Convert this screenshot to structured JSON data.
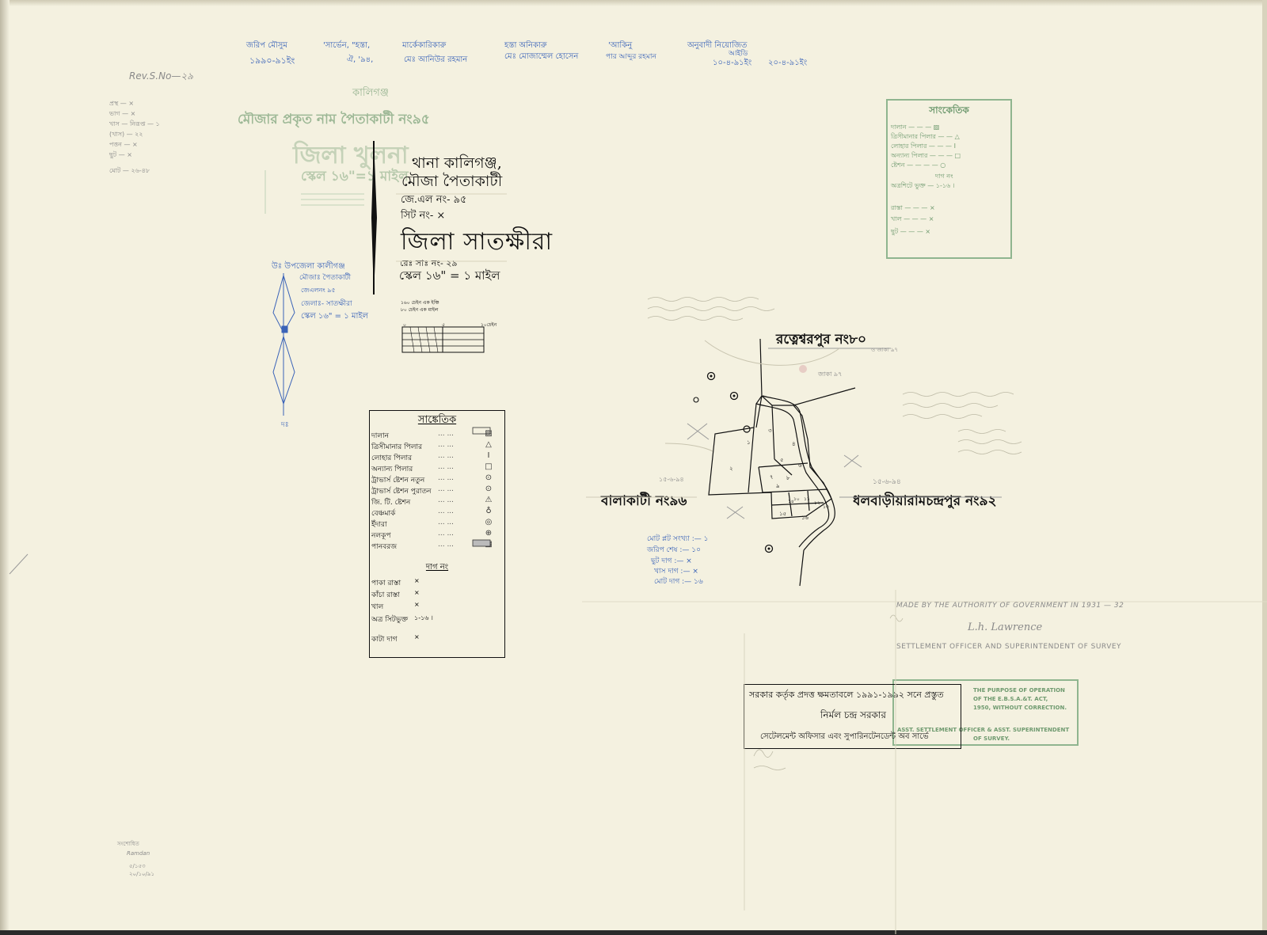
{
  "colors": {
    "paper": "#f4f1e0",
    "ink": "#111111",
    "blue_annotation": "#3a63b8",
    "green_stamp": "#6f9a6f",
    "grey_pencil": "#8a8a8a"
  },
  "top_annotations": {
    "top_left_code": "Rev.S.No—২৯",
    "notes": [
      "জরিপ মৌসুম",
      "১৯৯০-৯১ইং",
      "'সার্ভেন, \"হস্তা,",
      "ঐ, '৯৪,",
      "মার্কেকারিকারু",
      "মেঃ আনিউর রহমান",
      "হস্তা অনিকারু",
      "মেঃ মোজাম্মেল হোসেন",
      "'আকিনু",
      "পার আব্দুর রহমান",
      "অনুবাদী নিয়োজিত",
      "আইডি",
      "১০-৪-৯১ইং",
      "২০-৪-৯১ইং"
    ]
  },
  "green_stamp_title": {
    "line1": "কালিগঞ্জ",
    "line2": "মৌজার প্রকৃত নাম পৈতাকাটী নং৯৫",
    "line3": "জিলা খুলনা",
    "line4": "স্কেল ১৬\"=১ মাইল"
  },
  "left_tally": [
    "প্রস্থ — ×",
    "ভাগ — ×",
    "খাস — নিরূপ্ত — ১",
    "(খাস) — ২২",
    "পত্তন — ×",
    "ছুট — ×",
    "মোট — ২৬-৪৮"
  ],
  "title_block": {
    "thana": "থানা কালিগঞ্জ,",
    "mouza": "মৌজা পৈতাকাটী",
    "jl_no": "জে.এল নং- ৯৫",
    "sheet_no": "সিট নং- ×",
    "district": "জিলা সাতক্ষীরা",
    "rev_sur_no": "রেঃ সাঃ নং- ২৯",
    "scale": "স্কেল ১৬\" = ১ মাইল",
    "scale_note_1": "১৬০ চেইন এক ইঞ্চি",
    "scale_note_2": "৮০ চেইন এক মাইল",
    "scale_bar_labels": [
      "০",
      "৫",
      "১০চেইন"
    ]
  },
  "blue_side_note": {
    "lines": [
      "উঃ উপজেলা কালীগঞ্জ",
      "মৌজাঃ পৈতাকাটী",
      "জেএলনং ৯৫",
      "জেলাঃ- সাতক্ষীরা",
      "স্কেল ১৬\" = ১ মাইল"
    ],
    "south_label": "দঃ"
  },
  "legend": {
    "title": "সাঙ্কেতিক",
    "items": [
      {
        "label": "দালান",
        "symbol": "▨"
      },
      {
        "label": "ত্রিসীমানার পিলার",
        "symbol": "△"
      },
      {
        "label": "লোহার পিলার",
        "symbol": "I"
      },
      {
        "label": "অন্যান্য পিলার",
        "symbol": "□"
      },
      {
        "label": "ট্রাভার্স ষ্টেশন নতুন",
        "symbol": "⊙"
      },
      {
        "label": "ট্রাভার্স ষ্টেশন পুরাতন",
        "symbol": "⊙"
      },
      {
        "label": "জি. টি. ষ্টেশন",
        "symbol": "⚠"
      },
      {
        "label": "বেঞ্চমার্ক",
        "symbol": "♁"
      },
      {
        "label": "ইঁদারা",
        "symbol": "◎"
      },
      {
        "label": "নলকূপ",
        "symbol": "⊕"
      },
      {
        "label": "পানবরজ",
        "symbol": "▩"
      }
    ],
    "dag_header": "দাগ নং",
    "dag_items": [
      {
        "label": "পাকা রাস্তা",
        "value": "×"
      },
      {
        "label": "কাঁচা রাস্তা",
        "value": "×"
      },
      {
        "label": "খাল",
        "value": "×"
      },
      {
        "label": "অত্র সিটভুক্ত",
        "value": "১-১৬ ।"
      },
      {
        "label": "কাটা দাগ",
        "value": "×"
      }
    ]
  },
  "green_legend": {
    "title": "সাংকেতিক",
    "rows": [
      "দালান — — — ▨",
      "ত্রিসীমানার পিলার — — △",
      "লোহার পিলার — — — I",
      "অন্যান্য পিলার — — — □",
      "ষ্টেশন — — — — ○",
      "দাগ নং",
      "অত্রশিটে ভুক্ত — ১-১৬ ।",
      "রাস্তা — — — ×",
      "খাল — — — ×",
      "ছুট — — — ×"
    ]
  },
  "map": {
    "north_neighbor": "রত্নেশ্বরপুর নং৮০",
    "west_neighbor": "বালাকাটী নং৯৬",
    "east_neighbor": "ধলবাড়ীয়ারামচন্দ্রপুর নং৯২",
    "plot_numbers": [
      "১",
      "২",
      "৩",
      "৪",
      "৫",
      "৬",
      "৭",
      "৮",
      "৯",
      "১০",
      "১১",
      "১২",
      "১৩",
      "১৪",
      "১৫",
      "১৬"
    ],
    "small_labels": [
      "জাকা ৯৭",
      "ও জাকা ৯৭"
    ],
    "blue_totals": [
      "মোট প্লট সংখ্যা :— ১",
      "জরিপ শেষ :— ১০",
      "ছুট দাগ :— ×",
      "খাস দাগ :— ×",
      "মোট দাগ :— ১৬"
    ],
    "pencil_date_1": "১৫-৬-৯৪",
    "pencil_date_2": "১৫-৬-৯৪"
  },
  "authority": {
    "made_by": "MADE BY THE AUTHORITY OF GOVERNMENT IN  1931 —  32",
    "signature": "L.h. Lawrence",
    "officer": "SETTLEMENT OFFICER AND SUPERINTENDENT OF SURVEY"
  },
  "prep_box": {
    "line1": "সরকার কর্তৃক প্রদত্ত ক্ষমতাবলে ১৯৯১-১৯৯২ সনে প্রস্তুত",
    "line2": "নির্মল চন্দ্র সরকার",
    "line3": "সেটেলমেন্ট অফিসার এবং সুপারিনটেনডেন্ট অব সার্ভে"
  },
  "stamp_box": {
    "line1": "THE PURPOSE OF OPERATION",
    "line2": "OF THE E.B.S.A.&T. ACT,",
    "line3": "1950, WITHOUT CORRECTION.",
    "line4": "ASST. SETTLEMENT OFFICER & ASST. SUPERINTENDENT",
    "line5": "OF SURVEY."
  },
  "bottom_left_note": [
    "সংশোধিত",
    "Ramdan",
    "৫/১৫৩",
    "২০/১০/৯১"
  ]
}
